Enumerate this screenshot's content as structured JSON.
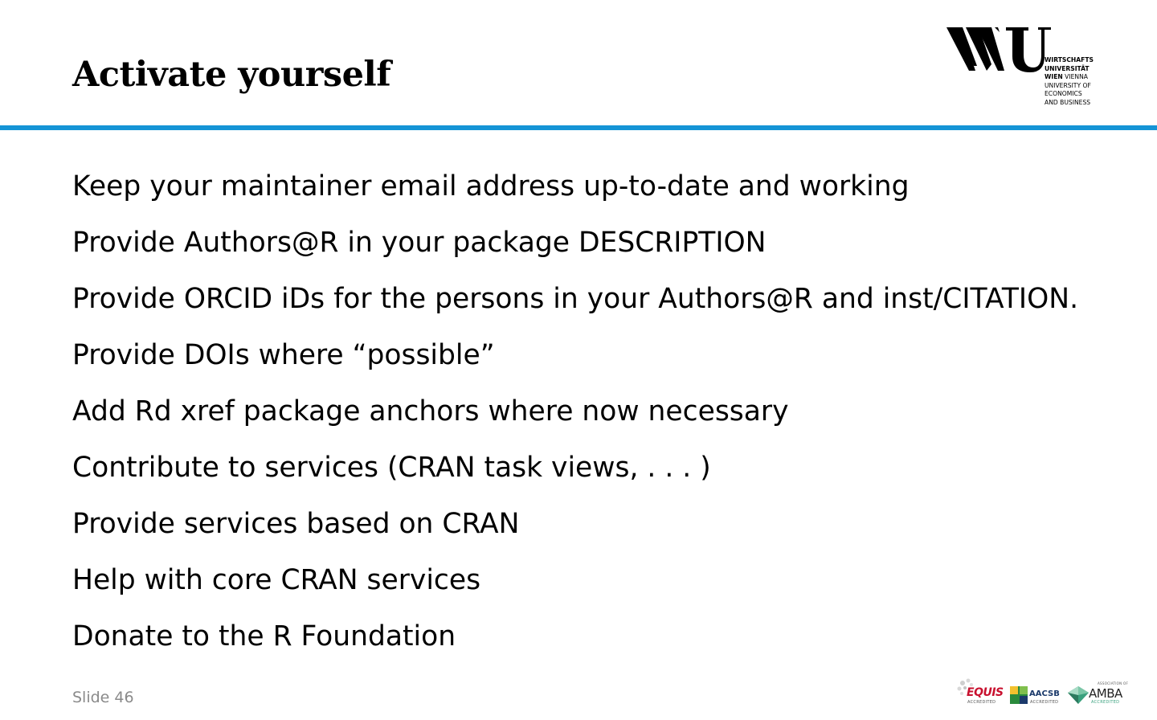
{
  "slide": {
    "title": "Activate yourself",
    "number_label": "Slide 46"
  },
  "logo": {
    "wordmark": "WU",
    "lines": [
      "WIRTSCHAFTS",
      "UNIVERSITÄT",
      "WIEN",
      "VIENNA",
      "UNIVERSITY OF",
      "ECONOMICS",
      "AND BUSINESS"
    ]
  },
  "items": [
    "Keep your maintainer email address up-to-date and working",
    "Provide Authors@R in your package DESCRIPTION",
    "Provide ORCID iDs for the persons in your Authors@R and inst/CITATION.",
    "Provide DOIs where “possible”",
    "Add Rd xref package anchors where now necessary",
    "Contribute to services (CRAN task views, . . . )",
    "Provide services based on CRAN",
    "Help with core CRAN services",
    "Donate to the R Foundation"
  ],
  "accreditations": {
    "equis": {
      "name": "EQUIS",
      "sub": "ACCREDITED"
    },
    "aacsb": {
      "name": "AACSB",
      "sub": "ACCREDITED"
    },
    "amba": {
      "name": "AMBA",
      "top": "ASSOCIATION OF",
      "sub": "ACCREDITED"
    }
  },
  "colors": {
    "accent_rule": "#1594d6",
    "text": "#000000",
    "slide_number": "#8a8a8a"
  }
}
